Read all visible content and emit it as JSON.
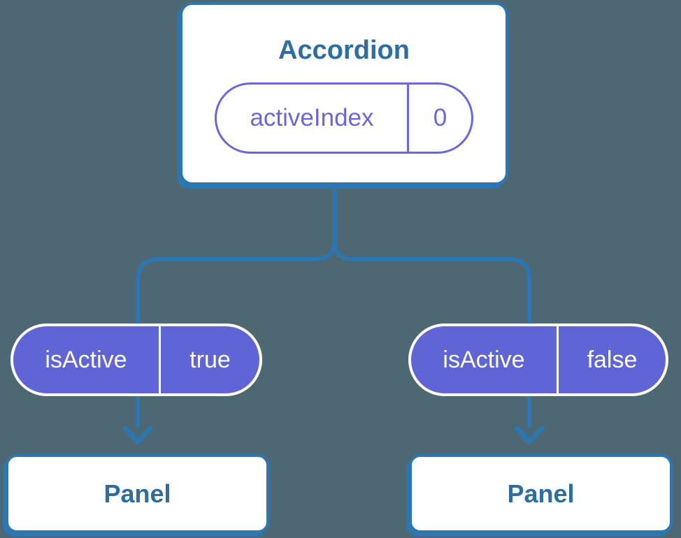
{
  "theme": {
    "bg": "#4D6873",
    "line": "#2C77B1",
    "heading": "#2E6E9E",
    "purple": "#6A67DC",
    "purpleFill": "#6065D6",
    "boxBg": "#FFFFFF",
    "pillText": "#FFFFFF"
  },
  "diagram": {
    "root": {
      "title": "Accordion",
      "state": {
        "label": "activeIndex",
        "value": "0"
      }
    },
    "children": [
      {
        "title": "Panel",
        "prop": {
          "label": "isActive",
          "value": "true"
        }
      },
      {
        "title": "Panel",
        "prop": {
          "label": "isActive",
          "value": "false"
        }
      }
    ]
  }
}
